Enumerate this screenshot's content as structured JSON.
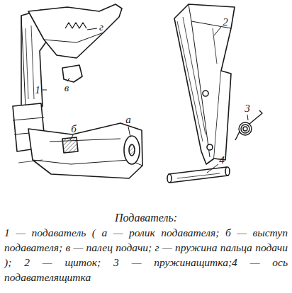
{
  "diagram": {
    "title": "Подаватель:",
    "caption": "1 — подаватель ( а — ролик подавателя; б — выступ подавателя; в — палец подачи; г — пружина пальца подачи ); 2 — щиток; 3 — пружинащитка;4 — ось подавателящитка",
    "labels": [
      "1",
      "2",
      "3",
      "4",
      "а",
      "б",
      "в",
      "г"
    ]
  }
}
